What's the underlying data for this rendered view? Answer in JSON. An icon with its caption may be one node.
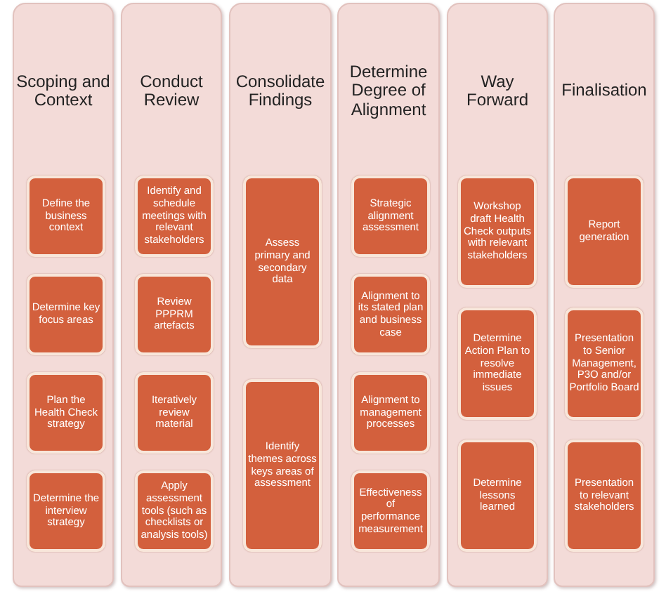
{
  "diagram": {
    "nodes": [
      {
        "text": [
          "Scoping and Context"
        ]
      },
      {
        "text": [
          "Define the business context"
        ],
        "in": 0
      },
      {
        "text": [
          "Determine key focus areas"
        ],
        "in": 0
      },
      {
        "text": [
          "Plan the Health Check strategy"
        ],
        "in": 0
      },
      {
        "text": [
          "Determine the interview strategy"
        ],
        "in": 0
      },
      {
        "text": [
          "Conduct Review"
        ]
      },
      {
        "text": [
          "Identify and schedule meetings with relevant stakeholders"
        ],
        "in": 5
      },
      {
        "text": [
          "Review PPPRM artefacts"
        ],
        "in": 5
      },
      {
        "text": [
          "Iteratively review material"
        ],
        "in": 5
      },
      {
        "text": [
          "Apply assessment tools (such as checklists or analysis tools)"
        ],
        "in": 5
      },
      {
        "text": [
          "Consolidate Findings"
        ]
      },
      {
        "text": [
          "Assess primary and secondary data"
        ],
        "in": 10
      },
      {
        "text": [
          "Identify themes across keys areas of assessment"
        ],
        "in": 10
      },
      {
        "text": [
          "Determine Degree of Alignment"
        ]
      },
      {
        "text": [
          "Strategic alignment assessment"
        ],
        "in": 13
      },
      {
        "text": [
          "Alignment to its stated plan and business case"
        ],
        "in": 13
      },
      {
        "text": [
          "Alignment to management processes"
        ],
        "in": 13
      },
      {
        "text": [
          "Effectiveness of performance measurement"
        ],
        "in": 13
      },
      {
        "text": [
          "Way Forward"
        ]
      },
      {
        "text": [
          "Workshop draft Health Check outputs with relevant stakeholders"
        ],
        "in": 18
      },
      {
        "text": [
          "Determine Action Plan to resolve immediate issues"
        ],
        "in": 18
      },
      {
        "text": [
          "Determine lessons learned"
        ],
        "in": 18
      },
      {
        "text": [
          "Finalisation"
        ]
      },
      {
        "text": [
          "Report generation"
        ],
        "in": 22
      },
      {
        "text": [
          "Presentation to Senior Management, P3O and/or Portfolio Board"
        ],
        "in": 22
      },
      {
        "text": [
          "Presentation to relevant stakeholders"
        ],
        "in": 22
      }
    ]
  }
}
